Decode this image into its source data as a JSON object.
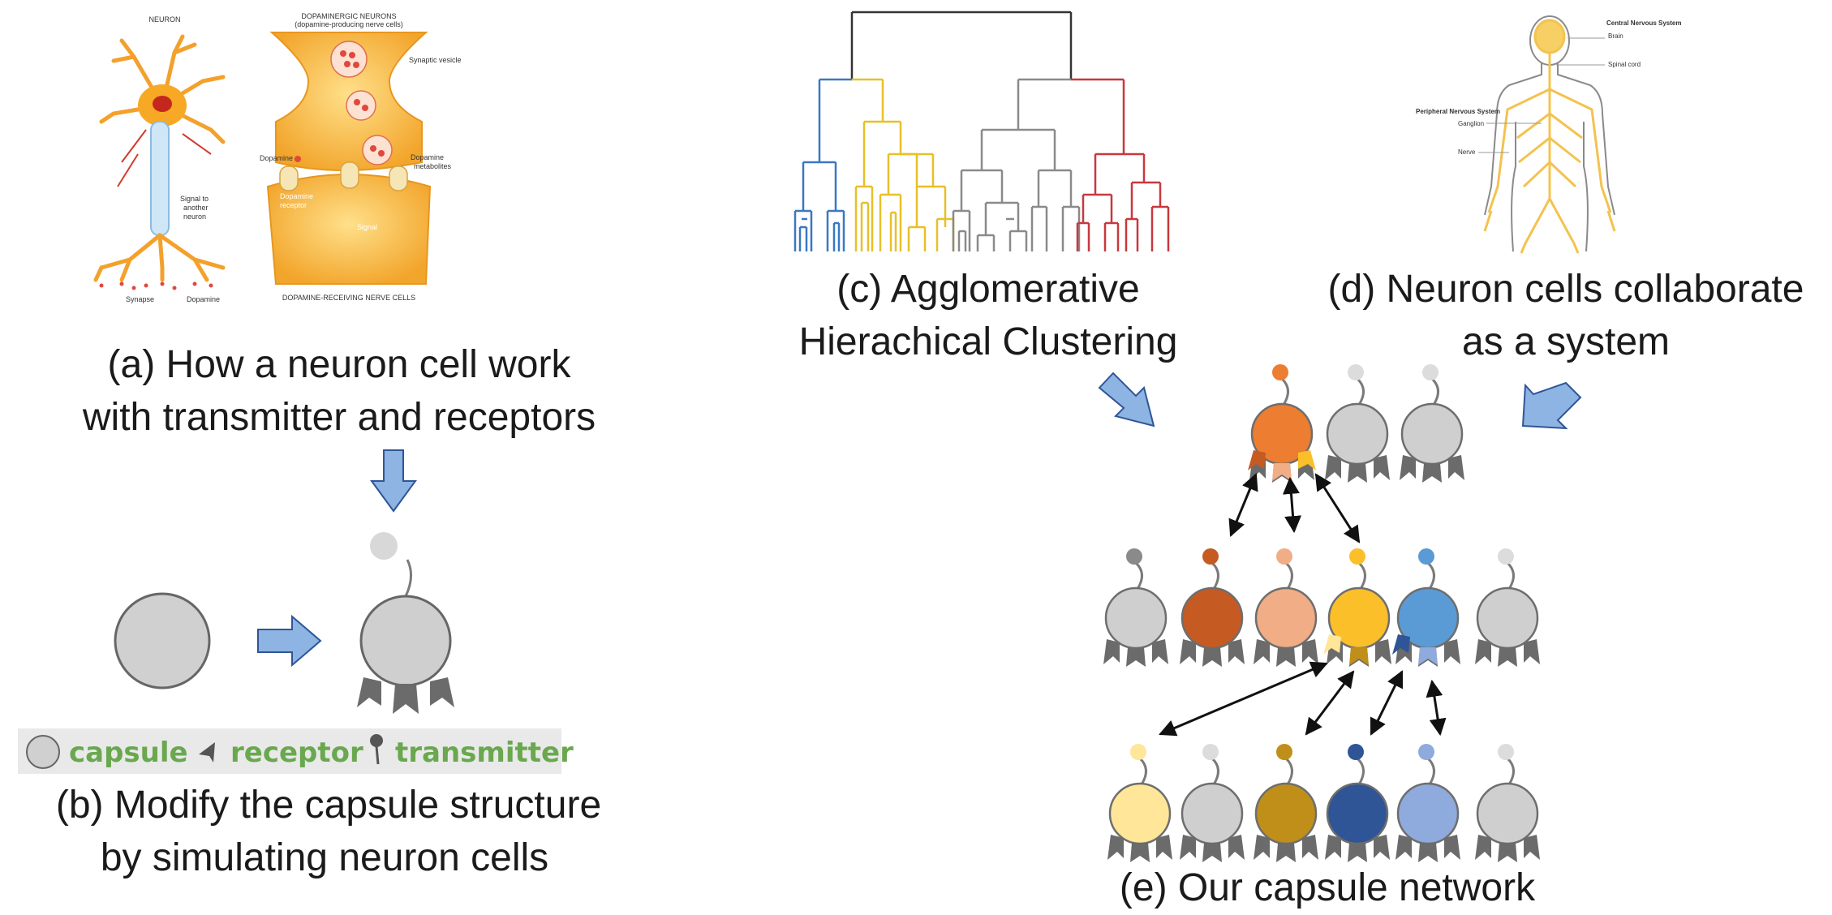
{
  "colors": {
    "arrow_fill": "#8db4e2",
    "arrow_stroke": "#2f5597",
    "capsule_gray": "#d0d0d0",
    "receptor_gray": "#6b6b6b",
    "legend_green": "#6aa84f",
    "neuron_orange": "#f0a030",
    "nerve_yellow": "#f3c34f",
    "dendro_blue": "#3a78c2",
    "dendro_yellow": "#e8c028",
    "dendro_gray": "#8a8a8a",
    "dendro_red": "#c8383e"
  },
  "panel_a": {
    "caption_line1": "(a) How a neuron cell work",
    "caption_line2": "with transmitter and receptors",
    "title_neuron": "NEURON",
    "title_dopa1": "DOPAMINERGIC NEURONS",
    "title_dopa2": "(dopamine-producing nerve cells)",
    "label_vesicle": "Synaptic vesicle",
    "label_dopamine": "Dopamine",
    "label_metab1": "Dopamine",
    "label_metab2": "metabolites",
    "label_receptor1": "Dopamine",
    "label_receptor2": "receptor",
    "label_signal": "Signal",
    "label_signal_to1": "Signal to",
    "label_signal_to2": "another",
    "label_signal_to3": "neuron",
    "label_synapse": "Synapse",
    "label_dopamine2": "Dopamine",
    "label_receiving": "DOPAMINE-RECEIVING NERVE CELLS"
  },
  "panel_b": {
    "caption_line1": "(b) Modify the capsule structure",
    "caption_line2": "by simulating neuron cells",
    "legend_capsule": "capsule",
    "legend_receptor": "receptor",
    "legend_transmitter": "transmitter"
  },
  "panel_c": {
    "caption_line1": "(c) Agglomerative",
    "caption_line2": "Hierachical Clustering"
  },
  "panel_d": {
    "caption_line1": "(d) Neuron cells collaborate",
    "caption_line2": "as a system",
    "label_cns": "Central Nervous System",
    "label_brain": "Brain",
    "label_spinal": "Spinal cord",
    "label_pns": "Peripheral Nervous System",
    "label_ganglion": "Ganglion",
    "label_nerve": "Nerve"
  },
  "panel_e": {
    "caption": "(e) Our capsule network",
    "top_row": [
      "#ed7d31",
      "#cfcfcf",
      "#cfcfcf"
    ],
    "middle_row": [
      "#cfcfcf",
      "#c55a22",
      "#f0ad86",
      "#fbbf2a",
      "#5b9bd5",
      "#cfcfcf"
    ],
    "bottom_row": [
      "#ffe699",
      "#cfcfcf",
      "#bf8f1a",
      "#2f5597",
      "#8faadc",
      "#cfcfcf"
    ],
    "top_transmitters": [
      "#ed7d31",
      "#dcdcdc",
      "#dcdcdc"
    ],
    "middle_transmitters": [
      "#8a8a8a",
      "#c55a22",
      "#f0ad86",
      "#fbbf2a",
      "#5b9bd5",
      "#dcdcdc"
    ],
    "bottom_transmitters": [
      "#ffe699",
      "#dcdcdc",
      "#bf8f1a",
      "#2f5597",
      "#8faadc",
      "#dcdcdc"
    ]
  }
}
